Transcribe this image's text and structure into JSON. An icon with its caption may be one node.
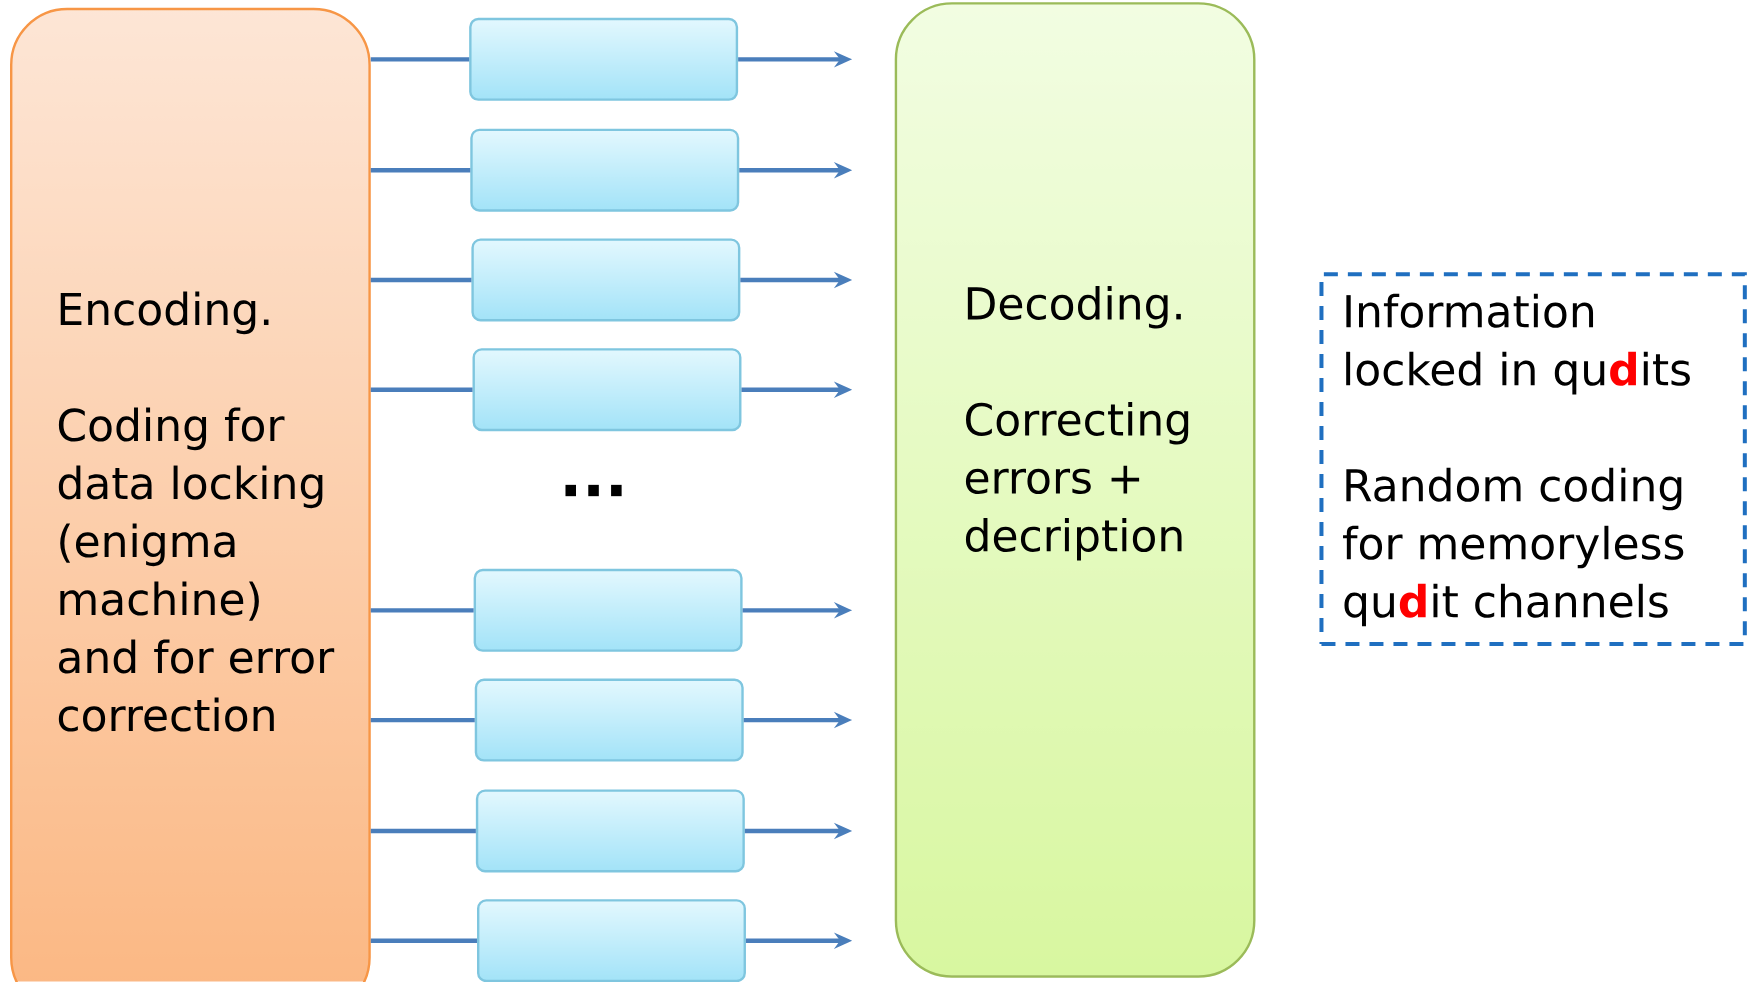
{
  "diagram": {
    "nodes": [
      {
        "text": [
          "Encoding.",
          "Coding for data locking (enigma machine) and for error correction"
        ]
      },
      {
        "text": [],
        "shape": "box"
      },
      {
        "text": [],
        "shape": "box"
      },
      {
        "text": [],
        "shape": "box"
      },
      {
        "text": [],
        "shape": "box"
      },
      {
        "text": [],
        "shape": "box"
      },
      {
        "text": [],
        "shape": "box"
      },
      {
        "text": [],
        "shape": "box"
      },
      {
        "text": [],
        "shape": "box"
      },
      {
        "text": [
          "Decoding.",
          "Correcting errors + decription"
        ]
      },
      {
        "text": [
          "Information locked in qu**d**its",
          "Random coding for memoryless qu**d**it channels"
        ]
      }
    ],
    "edges": [
      {
        "from": 0,
        "to": 1,
        "arrow": "none"
      },
      {
        "from": 0,
        "to": 2,
        "arrow": "none"
      },
      {
        "from": 0,
        "to": 3,
        "arrow": "none"
      },
      {
        "from": 0,
        "to": 4,
        "arrow": "none"
      },
      {
        "from": 0,
        "to": 5,
        "arrow": "none"
      },
      {
        "from": 0,
        "to": 6,
        "arrow": "none"
      },
      {
        "from": 0,
        "to": 7,
        "arrow": "none"
      },
      {
        "from": 0,
        "to": 8,
        "arrow": "none"
      },
      {
        "from": 1,
        "to": 9,
        "arrow": "to"
      },
      {
        "from": 2,
        "to": 9,
        "arrow": "to"
      },
      {
        "from": 3,
        "to": 9,
        "arrow": "to"
      },
      {
        "from": 4,
        "to": 9,
        "arrow": "to"
      },
      {
        "from": 5,
        "to": 9,
        "arrow": "to"
      },
      {
        "from": 6,
        "to": 9,
        "arrow": "to"
      },
      {
        "from": 7,
        "to": 9,
        "arrow": "to"
      },
      {
        "from": 8,
        "to": 9,
        "arrow": "to"
      }
    ],
    "labels": [
      "..."
    ]
  }
}
